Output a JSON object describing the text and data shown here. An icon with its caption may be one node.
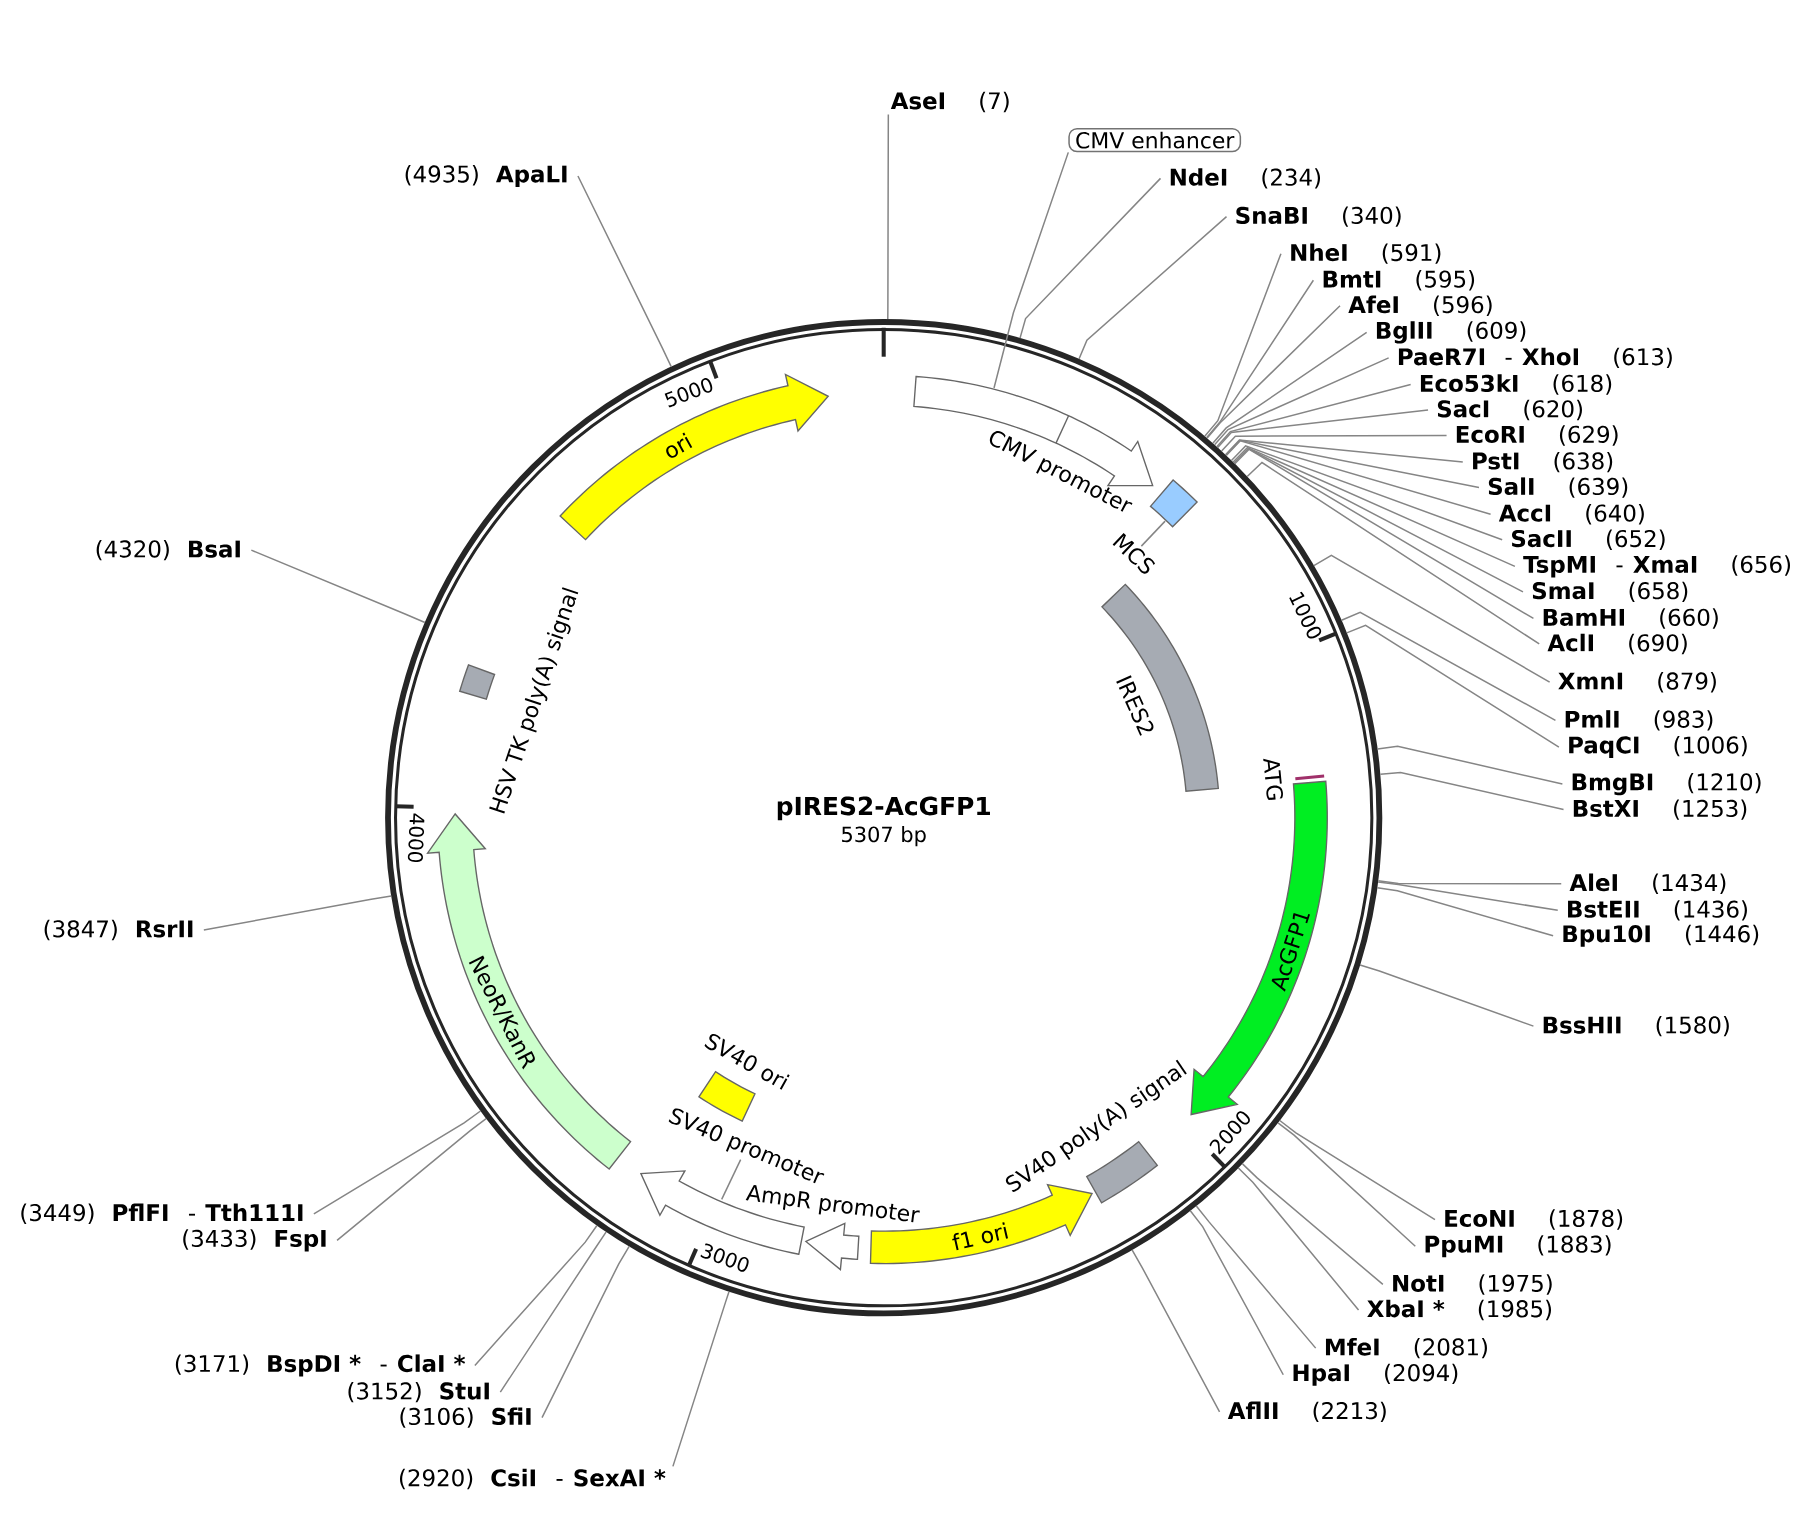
{
  "diagram": {
    "title": "pIRES2-AcGFP1",
    "nodes": [
      {
        "text": [
          "AseI",
          "(7)"
        ]
      },
      {
        "text": [
          "CMV enhancer"
        ]
      },
      {
        "text": [
          "NdeI",
          "(234)"
        ]
      },
      {
        "text": [
          "SnaBI",
          "(340)"
        ]
      },
      {
        "text": [
          "NheI",
          "(591)"
        ]
      },
      {
        "text": [
          "BmtI",
          "(595)"
        ]
      },
      {
        "text": [
          "AfeI",
          "(596)"
        ]
      },
      {
        "text": [
          "BglII",
          "(609)"
        ]
      },
      {
        "text": [
          "PaeR7I",
          "-",
          "XhoI",
          "(613)"
        ]
      },
      {
        "text": [
          "Eco53kI",
          "(618)"
        ]
      },
      {
        "text": [
          "SacI",
          "(620)"
        ]
      },
      {
        "text": [
          "EcoRI",
          "(629)"
        ]
      },
      {
        "text": [
          "PstI",
          "(638)"
        ]
      },
      {
        "text": [
          "SalI",
          "(639)"
        ]
      },
      {
        "text": [
          "AccI",
          "(640)"
        ]
      },
      {
        "text": [
          "SacII",
          "(652)"
        ]
      },
      {
        "text": [
          "TspMI",
          "-",
          "XmaI",
          "(656)"
        ]
      },
      {
        "text": [
          "SmaI",
          "(658)"
        ]
      },
      {
        "text": [
          "BamHI",
          "(660)"
        ]
      },
      {
        "text": [
          "AclI",
          "(690)"
        ]
      },
      {
        "text": [
          "XmnI",
          "(879)"
        ]
      },
      {
        "text": [
          "PmlI",
          "(983)"
        ]
      },
      {
        "text": [
          "PaqCI",
          "(1006)"
        ]
      },
      {
        "text": [
          "BmgBI",
          "(1210)"
        ]
      },
      {
        "text": [
          "BstXI",
          "(1253)"
        ]
      },
      {
        "text": [
          "AleI",
          "(1434)"
        ]
      },
      {
        "text": [
          "BstEII",
          "(1436)"
        ]
      },
      {
        "text": [
          "Bpu10I",
          "(1446)"
        ]
      },
      {
        "text": [
          "BssHII",
          "(1580)"
        ]
      },
      {
        "text": [
          "EcoNI",
          "(1878)"
        ]
      },
      {
        "text": [
          "PpuMI",
          "(1883)"
        ]
      },
      {
        "text": [
          "NotI",
          "(1975)"
        ]
      },
      {
        "text": [
          "XbaI *",
          "(1985)"
        ]
      },
      {
        "text": [
          "MfeI",
          "(2081)"
        ]
      },
      {
        "text": [
          "HpaI",
          "(2094)"
        ]
      },
      {
        "text": [
          "AflII",
          "(2213)"
        ]
      },
      {
        "text": [
          "(2920)",
          "CsiI",
          "-",
          "SexAI *"
        ]
      },
      {
        "text": [
          "(3106)",
          "SfiI"
        ]
      },
      {
        "text": [
          "(3152)",
          "StuI"
        ]
      },
      {
        "text": [
          "(3171)",
          "BspDI *",
          "-",
          "ClaI *"
        ]
      },
      {
        "text": [
          "(3433)",
          "FspI"
        ]
      },
      {
        "text": [
          "(3449)",
          "PflFI",
          "-",
          "Tth111I"
        ]
      },
      {
        "text": [
          "(3847)",
          "RsrII"
        ]
      },
      {
        "text": [
          "(4320)",
          "BsaI"
        ]
      },
      {
        "text": [
          "(4935)",
          "ApaLI"
        ]
      },
      {
        "text": [],
        "shape": "circle"
      },
      {
        "text": [
          "ori"
        ],
        "in": 45
      },
      {
        "text": [
          "CMV promoter"
        ],
        "in": 45
      },
      {
        "text": [
          "MCS"
        ],
        "in": 45
      },
      {
        "text": [
          "IRES2"
        ],
        "in": 45
      },
      {
        "text": [
          "ATG"
        ],
        "in": 45
      },
      {
        "text": [
          "AcGFP1"
        ],
        "in": 45
      },
      {
        "text": [
          "SV40 poly(A) signal"
        ],
        "in": 45
      },
      {
        "text": [
          "f1 ori"
        ],
        "in": 45
      },
      {
        "text": [
          "AmpR promoter"
        ],
        "in": 45
      },
      {
        "text": [
          "SV40 promoter"
        ],
        "in": 45
      },
      {
        "text": [
          "SV40 ori"
        ],
        "in": 45
      },
      {
        "text": [
          "NeoR/KanR"
        ],
        "in": 45
      },
      {
        "text": [
          "HSV TK poly(A) signal"
        ],
        "in": 45
      }
    ],
    "edges": [
      {
        "from": 0,
        "to": 45,
        "arrow": "none"
      },
      {
        "from": 1,
        "to": 47,
        "arrow": "none"
      },
      {
        "from": 2,
        "to": 45,
        "arrow": "none"
      },
      {
        "from": 3,
        "to": 45,
        "arrow": "none"
      },
      {
        "from": 4,
        "to": 45,
        "arrow": "none"
      },
      {
        "from": 5,
        "to": 45,
        "arrow": "none"
      },
      {
        "from": 6,
        "to": 45,
        "arrow": "none"
      },
      {
        "from": 7,
        "to": 45,
        "arrow": "none"
      },
      {
        "from": 8,
        "to": 45,
        "arrow": "none"
      },
      {
        "from": 9,
        "to": 45,
        "arrow": "none"
      },
      {
        "from": 10,
        "to": 45,
        "arrow": "none"
      },
      {
        "from": 11,
        "to": 45,
        "arrow": "none"
      },
      {
        "from": 12,
        "to": 45,
        "arrow": "none"
      },
      {
        "from": 13,
        "to": 45,
        "arrow": "none"
      },
      {
        "from": 14,
        "to": 45,
        "arrow": "none"
      },
      {
        "from": 15,
        "to": 45,
        "arrow": "none"
      },
      {
        "from": 16,
        "to": 45,
        "arrow": "none"
      },
      {
        "from": 17,
        "to": 45,
        "arrow": "none"
      },
      {
        "from": 18,
        "to": 45,
        "arrow": "none"
      },
      {
        "from": 19,
        "to": 45,
        "arrow": "none"
      },
      {
        "from": 20,
        "to": 45,
        "arrow": "none"
      },
      {
        "from": 21,
        "to": 45,
        "arrow": "none"
      },
      {
        "from": 22,
        "to": 45,
        "arrow": "none"
      },
      {
        "from": 23,
        "to": 45,
        "arrow": "none"
      },
      {
        "from": 24,
        "to": 45,
        "arrow": "none"
      },
      {
        "from": 25,
        "to": 45,
        "arrow": "none"
      },
      {
        "from": 26,
        "to": 45,
        "arrow": "none"
      },
      {
        "from": 27,
        "to": 45,
        "arrow": "none"
      },
      {
        "from": 28,
        "to": 45,
        "arrow": "none"
      },
      {
        "from": 29,
        "to": 45,
        "arrow": "none"
      },
      {
        "from": 30,
        "to": 45,
        "arrow": "none"
      },
      {
        "from": 31,
        "to": 45,
        "arrow": "none"
      },
      {
        "from": 32,
        "to": 45,
        "arrow": "none"
      },
      {
        "from": 33,
        "to": 45,
        "arrow": "none"
      },
      {
        "from": 34,
        "to": 45,
        "arrow": "none"
      },
      {
        "from": 35,
        "to": 45,
        "arrow": "none"
      },
      {
        "from": 36,
        "to": 45,
        "arrow": "none"
      },
      {
        "from": 37,
        "to": 45,
        "arrow": "none"
      },
      {
        "from": 38,
        "to": 45,
        "arrow": "none"
      },
      {
        "from": 39,
        "to": 45,
        "arrow": "none"
      },
      {
        "from": 40,
        "to": 45,
        "arrow": "none"
      },
      {
        "from": 41,
        "to": 45,
        "arrow": "none"
      },
      {
        "from": 42,
        "to": 45,
        "arrow": "none"
      },
      {
        "from": 43,
        "to": 45,
        "arrow": "none"
      },
      {
        "from": 44,
        "to": 45,
        "arrow": "none"
      },
      {
        "from": 48,
        "to": null,
        "arrow": "none"
      },
      {
        "from": 55,
        "to": null,
        "arrow": "none"
      }
    ],
    "labels": [
      "5000",
      "1000",
      "4000",
      "5307 bp",
      "2000",
      "3000"
    ]
  }
}
